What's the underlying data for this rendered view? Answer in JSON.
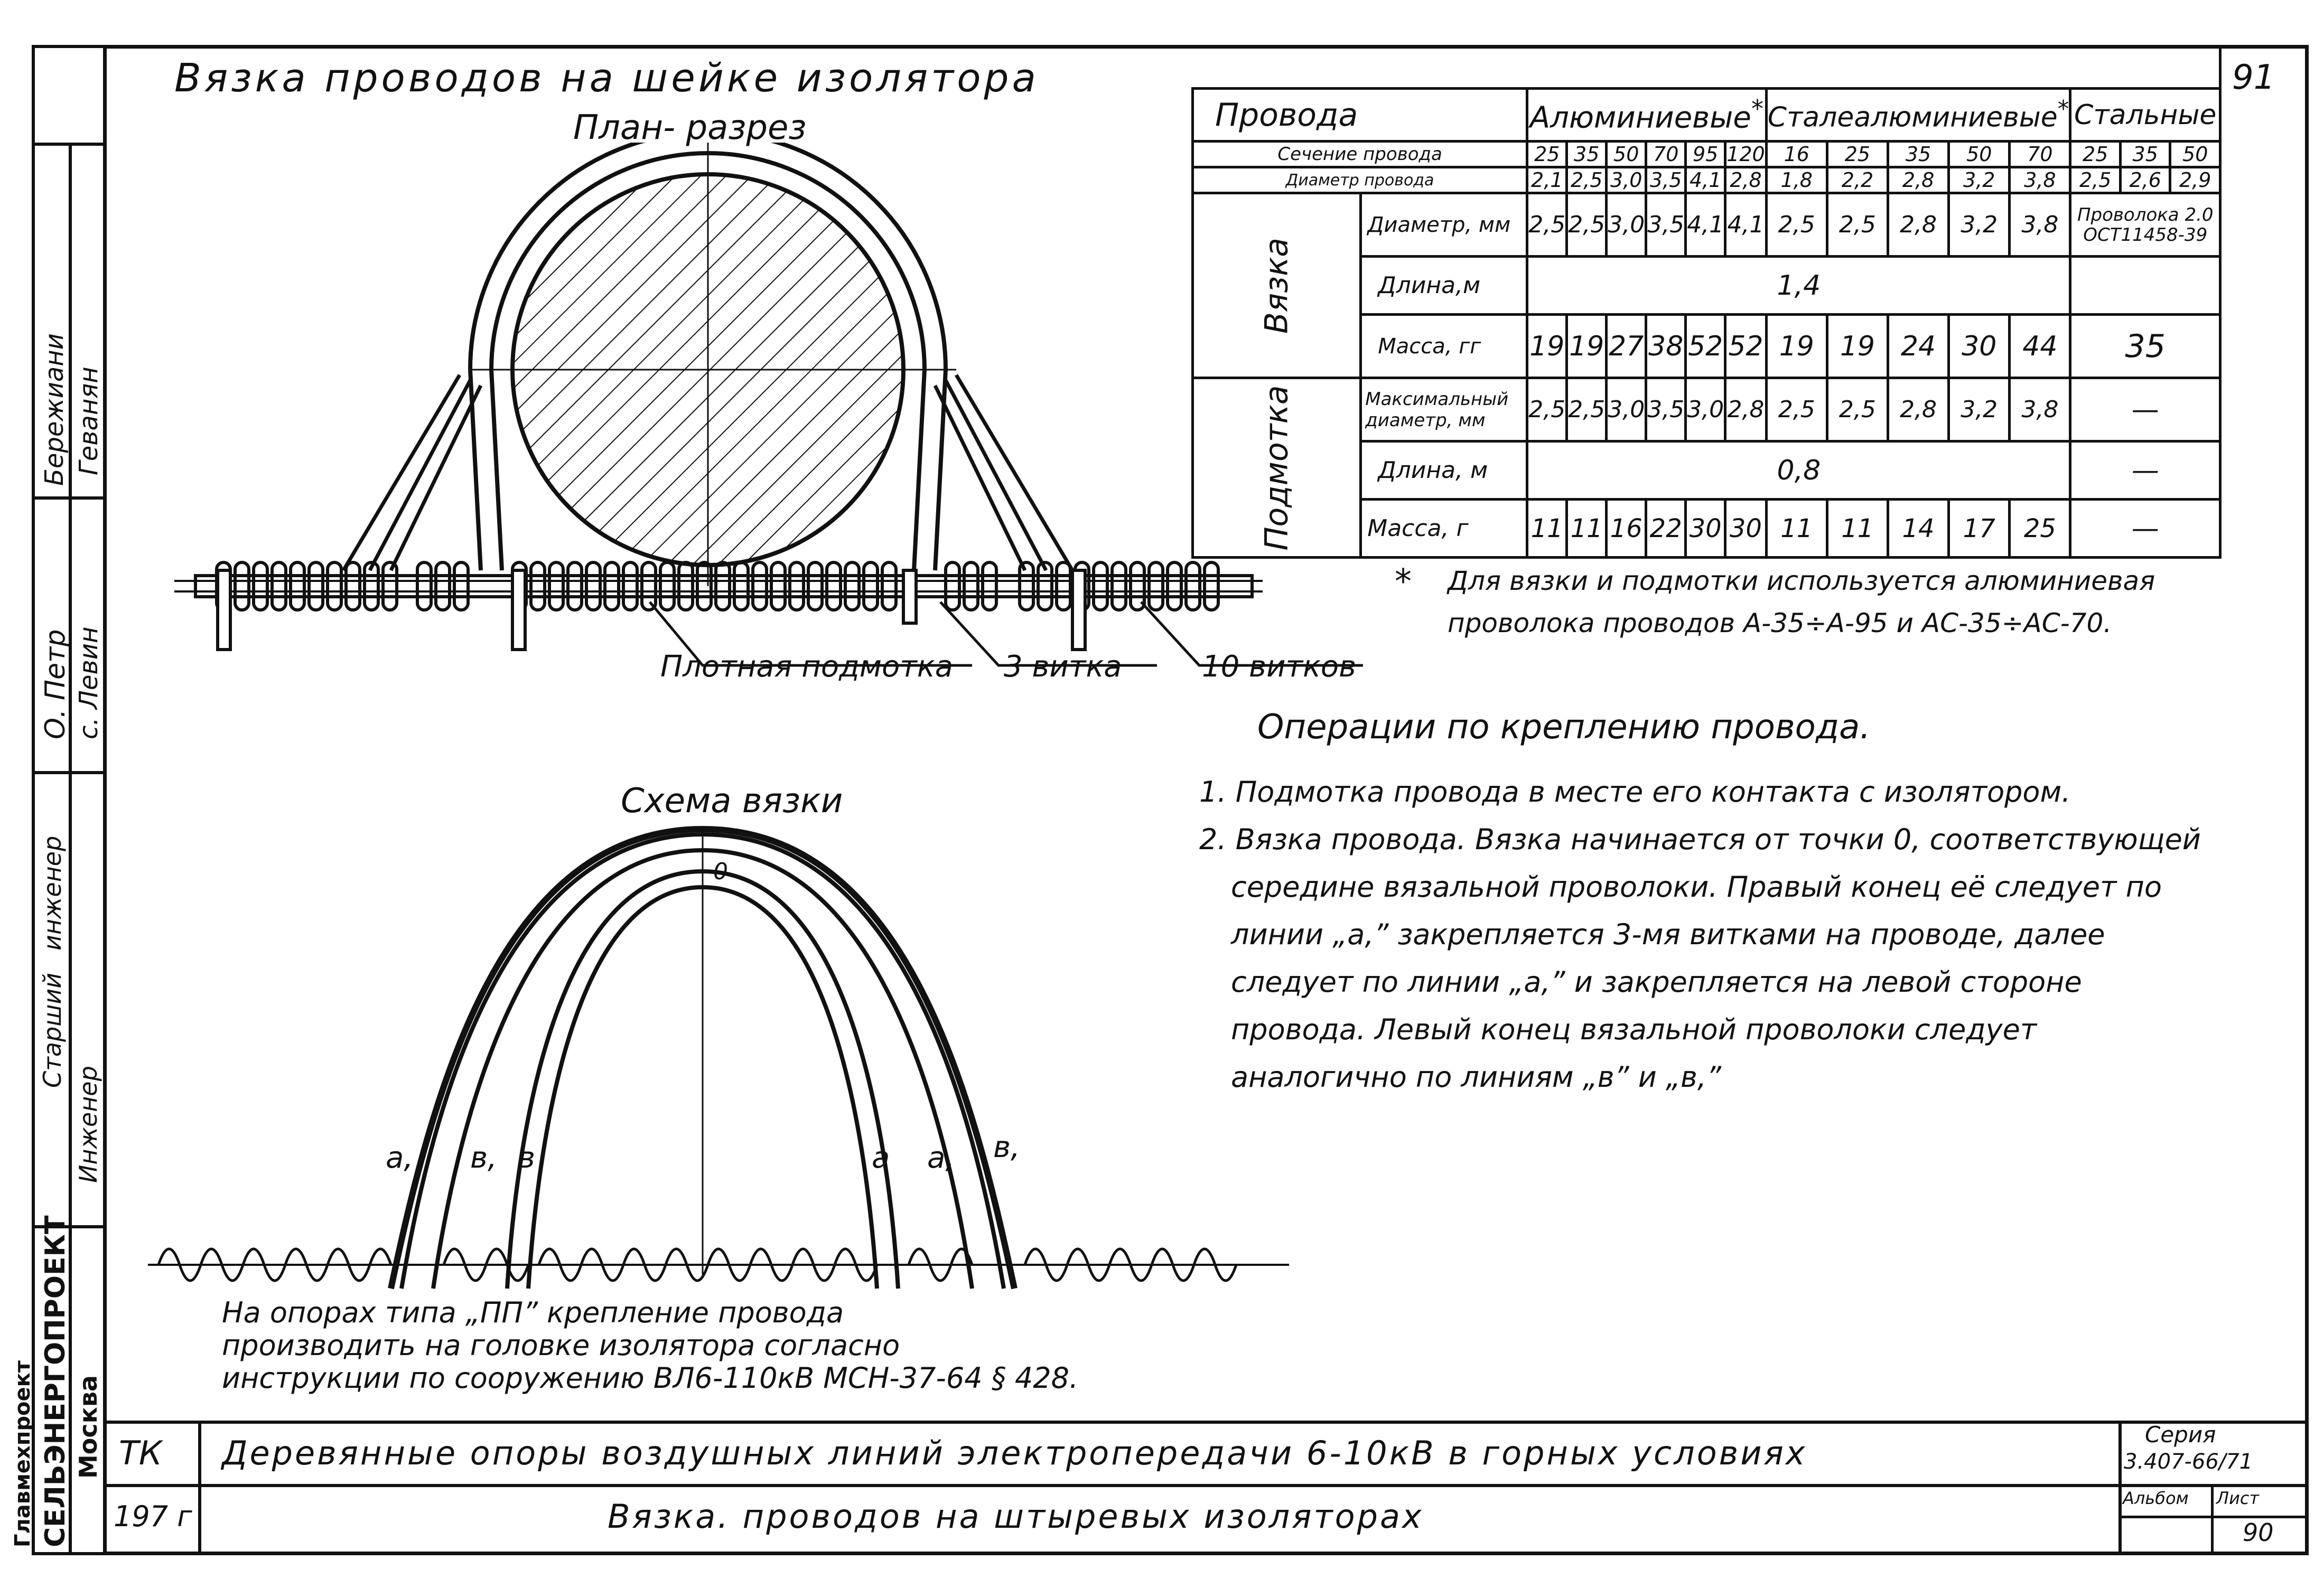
{
  "page": {
    "number": "91",
    "main_title": "Вязка проводов на шейке изолятора",
    "plan_label": "План- разрез",
    "scheme_label": "Схема вязки",
    "callouts": {
      "pad": "Плотная подмотка",
      "turns3": "3 витка",
      "turns10": "10 витков"
    },
    "scheme_marks": {
      "a_left": "а,",
      "b1_left": "в,",
      "b_left": "в",
      "a_right": "а",
      "a1_right": "а,",
      "b1_right": "в,",
      "zero": "0"
    },
    "footnote_star": "*",
    "footnote": "Для вязки и подмотки используется алюминиевая проволока проводов А-35÷А-95 и АС-35÷АС-70."
  },
  "table": {
    "header": {
      "col0": "Провода",
      "groups": [
        "Алюминиевые",
        "Сталеалюминиевые",
        "Стальные"
      ],
      "star": "*"
    },
    "section_row": {
      "label": "Сечение провода",
      "values": [
        "25",
        "35",
        "50",
        "70",
        "95",
        "120",
        "16",
        "25",
        "35",
        "50",
        "70",
        "25",
        "35",
        "50"
      ]
    },
    "diam_row": {
      "label": "Диаметр провода",
      "values": [
        "2,1",
        "2,5",
        "3,0",
        "3,5",
        "4,1",
        "2,8",
        "1,8",
        "2,2",
        "2,8",
        "3,2",
        "3,8",
        "2,5",
        "2,6",
        "2,9"
      ]
    },
    "vyazka": {
      "group_label": "Вязка",
      "diam_label": "Диаметр, мм",
      "diam_values": [
        "2,5",
        "2,5",
        "3,0",
        "3,5",
        "4,1",
        "4,1",
        "2,5",
        "2,5",
        "2,8",
        "3,2",
        "3,8"
      ],
      "diam_steel": "Проволока 2.0 ОСТ11458-39",
      "len_label": "Длина,м",
      "len_value": "1,4",
      "mass_label": "Масса, гг",
      "mass_values": [
        "19",
        "19",
        "27",
        "38",
        "52",
        "52",
        "19",
        "19",
        "24",
        "30",
        "44"
      ],
      "mass_steel": "35"
    },
    "podmotka": {
      "group_label": "Подмотка",
      "diam_label": "Максимальный диаметр, мм",
      "diam_values": [
        "2,5",
        "2,5",
        "3,0",
        "3,5",
        "3,0",
        "2,8",
        "2,5",
        "2,5",
        "2,8",
        "3,2",
        "3,8"
      ],
      "diam_steel": "—",
      "len_label": "Длина, м",
      "len_value": "0,8",
      "len_steel": "—",
      "mass_label": "Масса, г",
      "mass_values": [
        "11",
        "11",
        "16",
        "22",
        "30",
        "30",
        "11",
        "11",
        "14",
        "17",
        "25"
      ],
      "mass_steel": "—"
    }
  },
  "operations": {
    "title": "Операции по креплению провода.",
    "items": [
      "1. Подмотка провода в месте его контакта с изолятором.",
      "2. Вязка провода. Вязка начинается от точки 0, соответствующей",
      "середине вязальной проволоки. Правый конец её следует по",
      "линии „а,” закрепляется 3-мя витками на проводе, далее",
      "следует по линии „а,” и закрепляется на левой стороне",
      "провода. Левый конец вязальной проволоки следует",
      "аналогично по линиям „в” и „в,”"
    ]
  },
  "note_pp": [
    "На опорах типа „ПП” крепление провода",
    "производить на головке изолятора согласно",
    "инструкции по сооружению ВЛ6-110кВ МСН-37-64 § 428."
  ],
  "stamp": {
    "tk": "ТК",
    "year": "197 г",
    "title1": "Деревянные опоры воздушных линий электропередачи 6-10кВ в горных условиях",
    "title2": "Вязка. проводов на штыревых изоляторах",
    "series_label": "Серия",
    "series_value": "3.407-66/71",
    "album_label": "Альбом",
    "sheet_label": "Лист",
    "sheet_value": "90"
  },
  "side": {
    "org1": "СЕЛЬЭНЕРГОПРОЕКТ",
    "org2": "Москва",
    "org_top": "Главмехпроект",
    "role1": "Старший",
    "role1b": "инженер",
    "role2": "Инженер",
    "sig1": "Бережиани",
    "sig2": "Геванян",
    "sig3": "О. Петр",
    "sig4": "с. Левин"
  }
}
